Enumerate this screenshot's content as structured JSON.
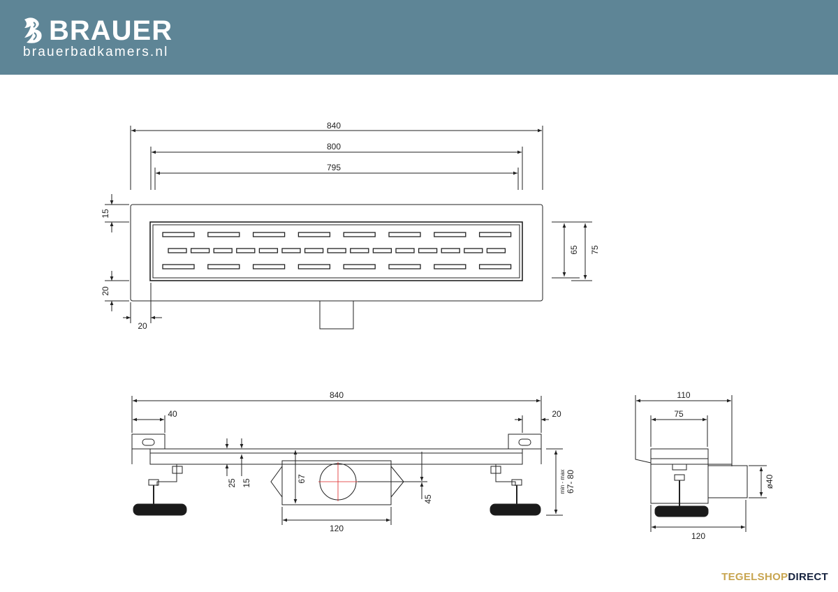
{
  "header": {
    "brand_name": "BRAUER",
    "brand_url": "brauerbadkamers.nl",
    "brand_icon": "stylized-b-logo-icon",
    "background_color": "#5e8596"
  },
  "top_view": {
    "total_length": "840",
    "grate_length": "800",
    "slot_length": "795",
    "flange_top": "15",
    "flange_side": "20",
    "flange_bottom": "20",
    "inner_height": "65",
    "total_height": "75"
  },
  "side_view": {
    "total_length": "840",
    "bracket_left": "40",
    "bracket_right": "20",
    "depth_25": "25",
    "depth_15": "15",
    "body_height": "67",
    "outlet_offset": "45",
    "adjust_range_label": "min - max",
    "adjust_range": "67- 80",
    "body_width": "120"
  },
  "end_view": {
    "total_width": "110",
    "inner_width": "75",
    "outlet_diameter": "ø40",
    "base_width": "120"
  },
  "footer": {
    "brand_part1": "TEGELSHOP",
    "brand_part2": "DIRECT",
    "color_gold": "#c8a550",
    "color_navy": "#16233f"
  }
}
